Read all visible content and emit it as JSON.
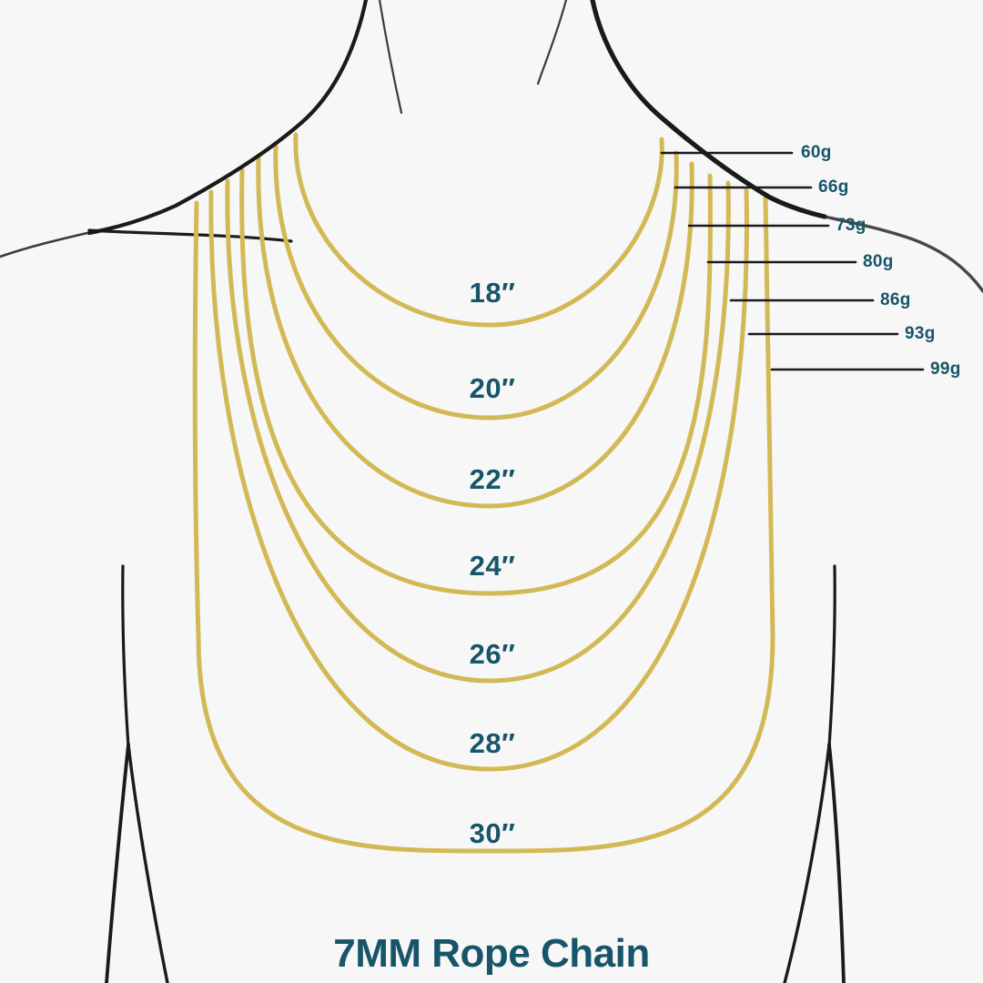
{
  "title": "7MM Rope Chain",
  "colors": {
    "background": "#f7f7f7",
    "chain_gold": "#d3b955",
    "label_teal": "#175569",
    "outline_ink": "#1a1a1a"
  },
  "chains": [
    {
      "size_label": "18″",
      "weight_label": "60g"
    },
    {
      "size_label": "20″",
      "weight_label": "66g"
    },
    {
      "size_label": "22″",
      "weight_label": "73g"
    },
    {
      "size_label": "24″",
      "weight_label": "80g"
    },
    {
      "size_label": "26″",
      "weight_label": "86g"
    },
    {
      "size_label": "28″",
      "weight_label": "93g"
    },
    {
      "size_label": "30″",
      "weight_label": "99g"
    }
  ]
}
